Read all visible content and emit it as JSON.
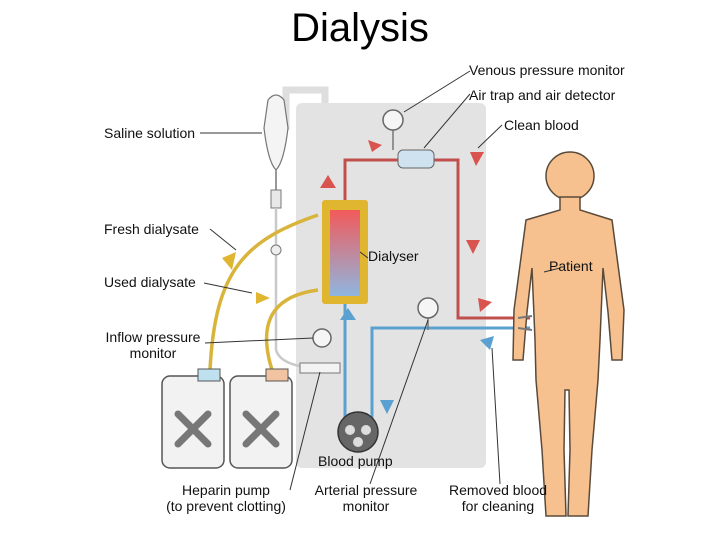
{
  "title": "Dialysis",
  "labels": {
    "venous_pressure_monitor": "Venous pressure monitor",
    "air_trap": "Air trap and air detector",
    "clean_blood": "Clean blood",
    "saline_solution": "Saline solution",
    "fresh_dialysate": "Fresh dialysate",
    "used_dialysate": "Used dialysate",
    "inflow_pressure_1": "Inflow pressure",
    "inflow_pressure_2": "monitor",
    "dialyser": "Dialyser",
    "patient": "Patient",
    "blood_pump": "Blood pump",
    "heparin_pump_1": "Heparin pump",
    "heparin_pump_2": "(to prevent clotting)",
    "arterial_pressure_1": "Arterial pressure",
    "arterial_pressure_2": "monitor",
    "removed_blood_1": "Removed blood",
    "removed_blood_2": "for cleaning"
  },
  "colors": {
    "clean_blood_tube": "#c0504d",
    "removed_blood_tube": "#5aa0d0",
    "dialysate_tube": "#d9b43a",
    "machine_panel": "#e3e3e3",
    "patient_skin": "#f7c08f",
    "dialyser_casing": "#e0b530"
  }
}
